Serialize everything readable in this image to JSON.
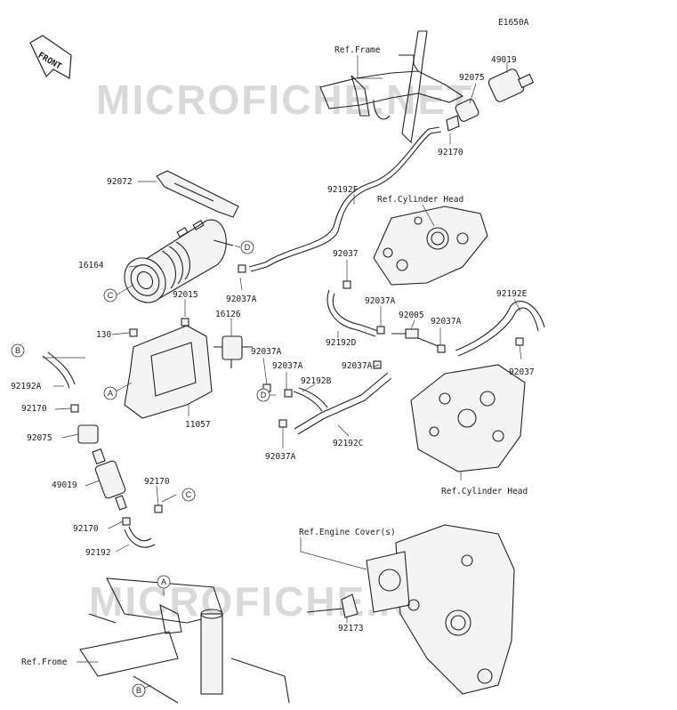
{
  "diagram_code": "E1650A",
  "front_arrow": {
    "label": "FRONT"
  },
  "watermark": {
    "text": "MICROFICHE.NET"
  },
  "callouts": [
    "A",
    "B",
    "C",
    "D"
  ],
  "labels": {
    "ref_frame_top": "Ref.Frame",
    "p49019_top": "49019",
    "p92075_top": "92075",
    "p92170_top": "92170",
    "p92072": "92072",
    "p92192F": "92192F",
    "ref_cyl_head_top": "Ref.Cylinder Head",
    "p16164": "16164",
    "p92037A_1": "92037A",
    "p92037_1": "92037",
    "p92015": "92015",
    "p16126": "16126",
    "p130": "130",
    "p92037A_2": "92037A",
    "p92005": "92005",
    "p92192E": "92192E",
    "p92037A_3": "92037A",
    "p92192D": "92192D",
    "p92037A_4": "92037A",
    "p92037A_5": "92037A",
    "p92037A_6": "92037A",
    "p92037_2": "92037",
    "p92192A": "92192A",
    "p92192B": "92192B",
    "p92170_left": "92170",
    "p92075_left": "92075",
    "p11057": "11057",
    "p92192C": "92192C",
    "p92037A_7": "92037A",
    "ref_cyl_head_bottom": "Ref.Cylinder Head",
    "p49019_left": "49019",
    "p92170_mid": "92170",
    "p92170_low": "92170",
    "p92192": "92192",
    "ref_engine_cover": "Ref.Engine Cover(s)",
    "p92173": "92173",
    "ref_frame_bottom": "Ref.Frome"
  }
}
